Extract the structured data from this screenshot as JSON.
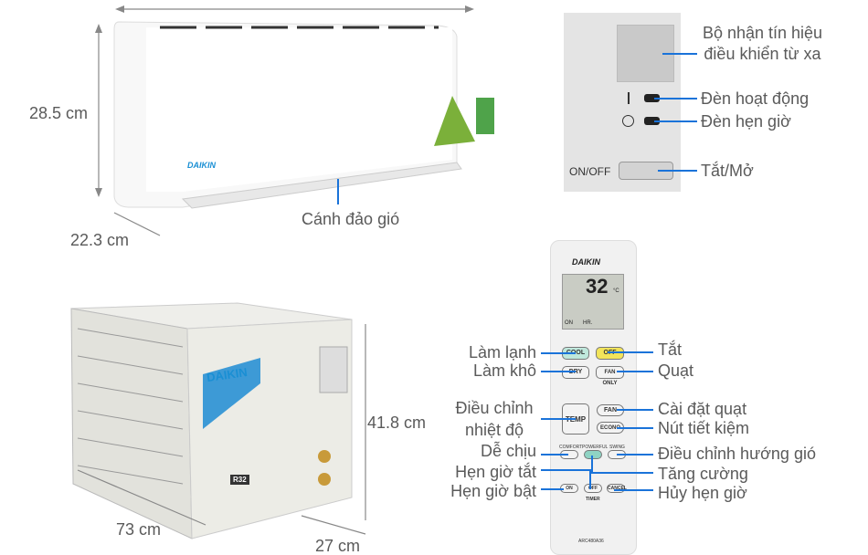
{
  "indoor_unit": {
    "brand": "DAIKIN",
    "height_label": "28.5 cm",
    "depth_label": "22.3 cm",
    "louver_label": "Cánh đảo gió"
  },
  "display_panel": {
    "receiver_label": "Bộ nhận tín hiệu điều khiển từ xa",
    "operation_lamp_label": "Đèn hoạt động",
    "timer_lamp_label": "Đèn hẹn giờ",
    "onoff_button_text": "ON/OFF",
    "onoff_label": "Tắt/Mở"
  },
  "outdoor_unit": {
    "brand": "DAIKIN",
    "model_badge": "R32",
    "height_label": "41.8 cm",
    "width_label": "73 cm",
    "depth_label": "27 cm"
  },
  "remote": {
    "brand": "DAIKIN",
    "lcd_temp": "32",
    "lcd_unit": "°C",
    "lcd_on": "ON",
    "lcd_hr": "HR.",
    "buttons": {
      "cool": "COOL",
      "off": "OFF",
      "dry": "DRY",
      "fan_only": "FAN ONLY",
      "temp": "TEMP",
      "fan": "FAN",
      "econo": "ECONO",
      "comfort": "COMFORT",
      "powerful": "POWERFUL",
      "swing": "SWING",
      "on": "ON",
      "timer_off": "OFF",
      "cancel": "CANCEL",
      "timer": "TIMER"
    },
    "model": "ARC480A36",
    "left_labels": [
      "Làm lạnh",
      "Làm khô",
      "Điều chỉnh nhiệt độ",
      "Dễ chịu",
      "Hẹn giờ tắt",
      "Hẹn giờ bật"
    ],
    "right_labels": [
      "Tắt",
      "Quạt",
      "Cài đặt quạt",
      "Nút tiết kiệm",
      "Điều chỉnh hướng gió",
      "Tăng cường",
      "Hủy hẹn giờ"
    ]
  },
  "colors": {
    "callout_line": "#1a73d9",
    "brand_blue": "#1a8fd4",
    "cool_button": "#bfe8dc",
    "off_button": "#f2e45a"
  }
}
